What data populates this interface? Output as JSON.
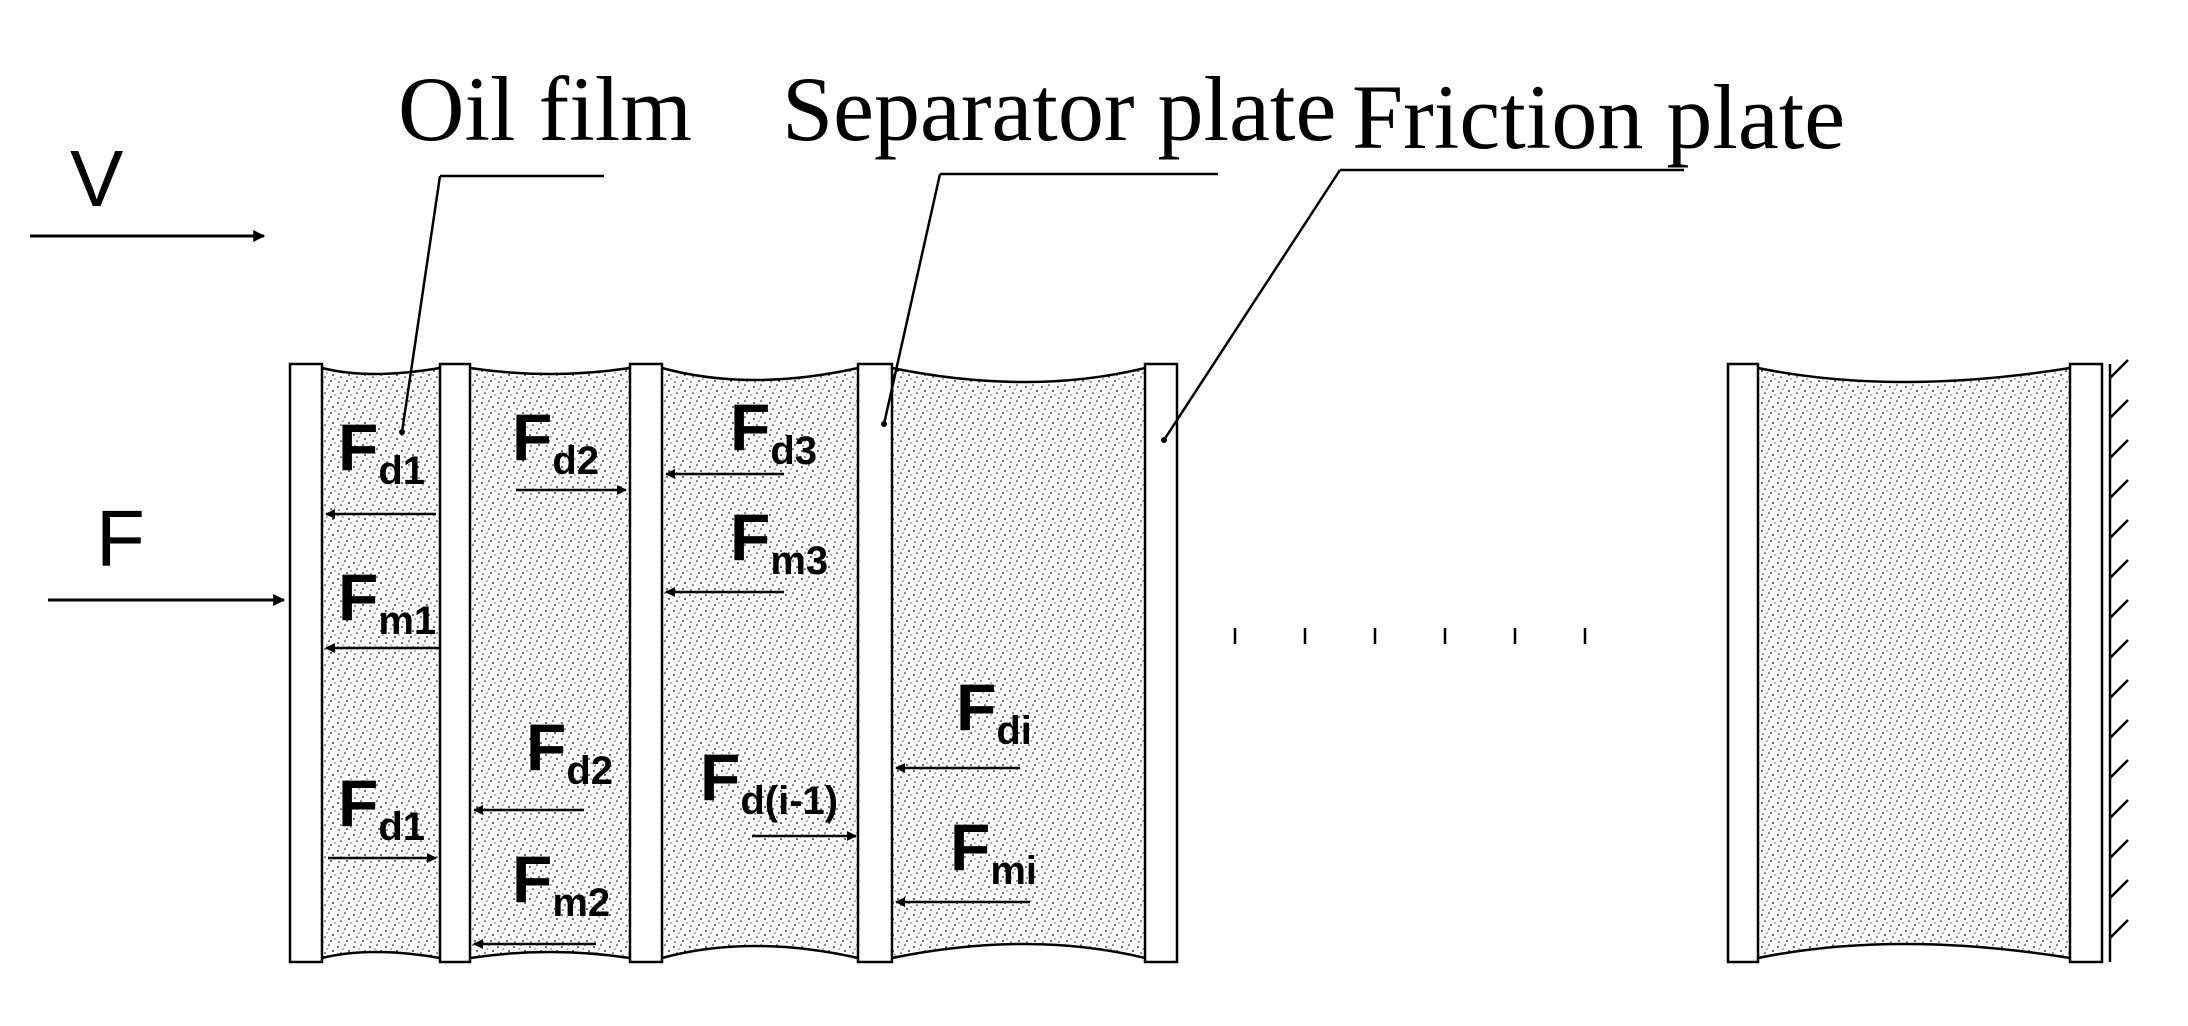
{
  "labels": {
    "oil_film": "Oil film",
    "separator_plate": "Separator plate",
    "friction_plate": "Friction plate",
    "velocity": "V",
    "force": "F"
  },
  "forces": [
    {
      "id": "fd1-top",
      "main": "F",
      "sub": "d1"
    },
    {
      "id": "fm1",
      "main": "F",
      "sub": "m1"
    },
    {
      "id": "fd1-bottom",
      "main": "F",
      "sub": "d1"
    },
    {
      "id": "fd2-top",
      "main": "F",
      "sub": "d2"
    },
    {
      "id": "fd2-bottom",
      "main": "F",
      "sub": "d2"
    },
    {
      "id": "fm2",
      "main": "F",
      "sub": "m2"
    },
    {
      "id": "fd3",
      "main": "F",
      "sub": "d3"
    },
    {
      "id": "fm3",
      "main": "F",
      "sub": "m3"
    },
    {
      "id": "fd-i-1",
      "main": "F",
      "sub": "d(i-1)"
    },
    {
      "id": "fdi",
      "main": "F",
      "sub": "di"
    },
    {
      "id": "fmi",
      "main": "F",
      "sub": "mi"
    }
  ],
  "colors": {
    "ink": "#000000",
    "background": "#ffffff"
  }
}
